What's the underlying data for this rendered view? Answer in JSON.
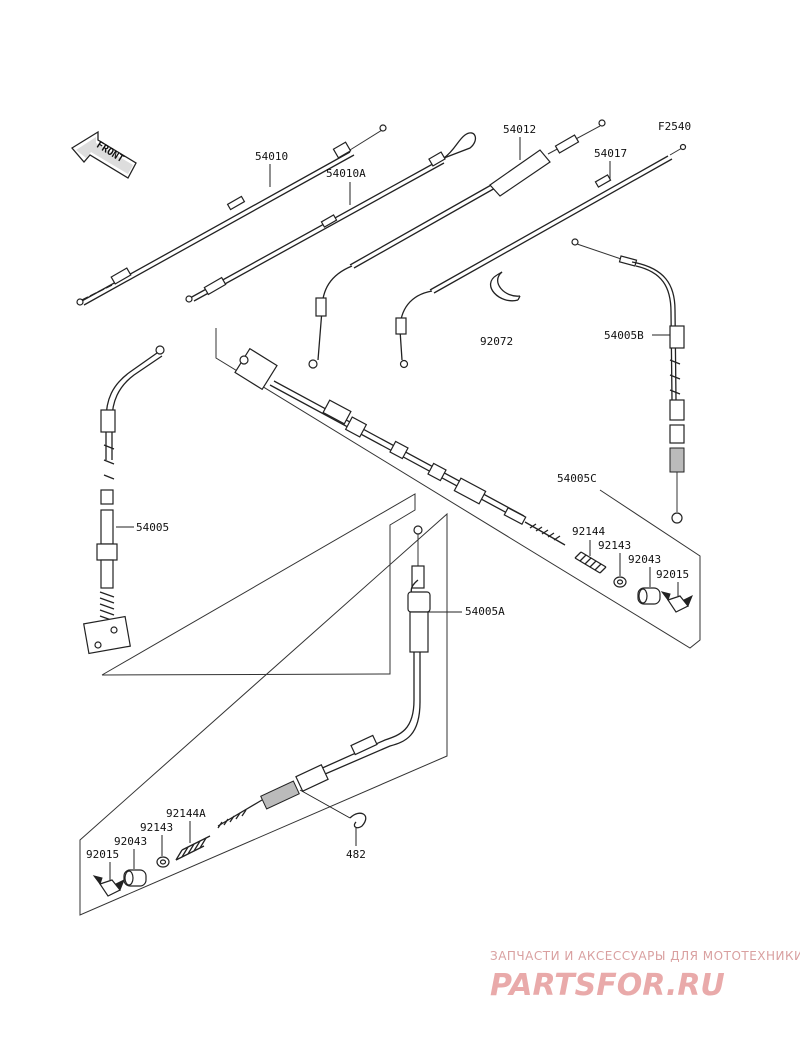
{
  "figure_code": "F2540",
  "front_arrow_text": "FRONT",
  "parts": {
    "p54010": "54010",
    "p54010A": "54010A",
    "p54012": "54012",
    "p54017": "54017",
    "p54005B": "54005B",
    "p92072": "92072",
    "p54005": "54005",
    "p54005C": "54005C",
    "p92144": "92144",
    "p92143_upper": "92143",
    "p92043_upper": "92043",
    "p92015_upper": "92015",
    "p54005A": "54005A",
    "p92144A": "92144A",
    "p92143_lower": "92143",
    "p92043_lower": "92043",
    "p92015_lower": "92015",
    "p482": "482"
  },
  "watermark": {
    "line1": "ЗАПЧАСТИ И АКСЕССУАРЫ ДЛЯ МОТОТЕХНИКИ",
    "line2": "PARTSFOR.RU"
  }
}
